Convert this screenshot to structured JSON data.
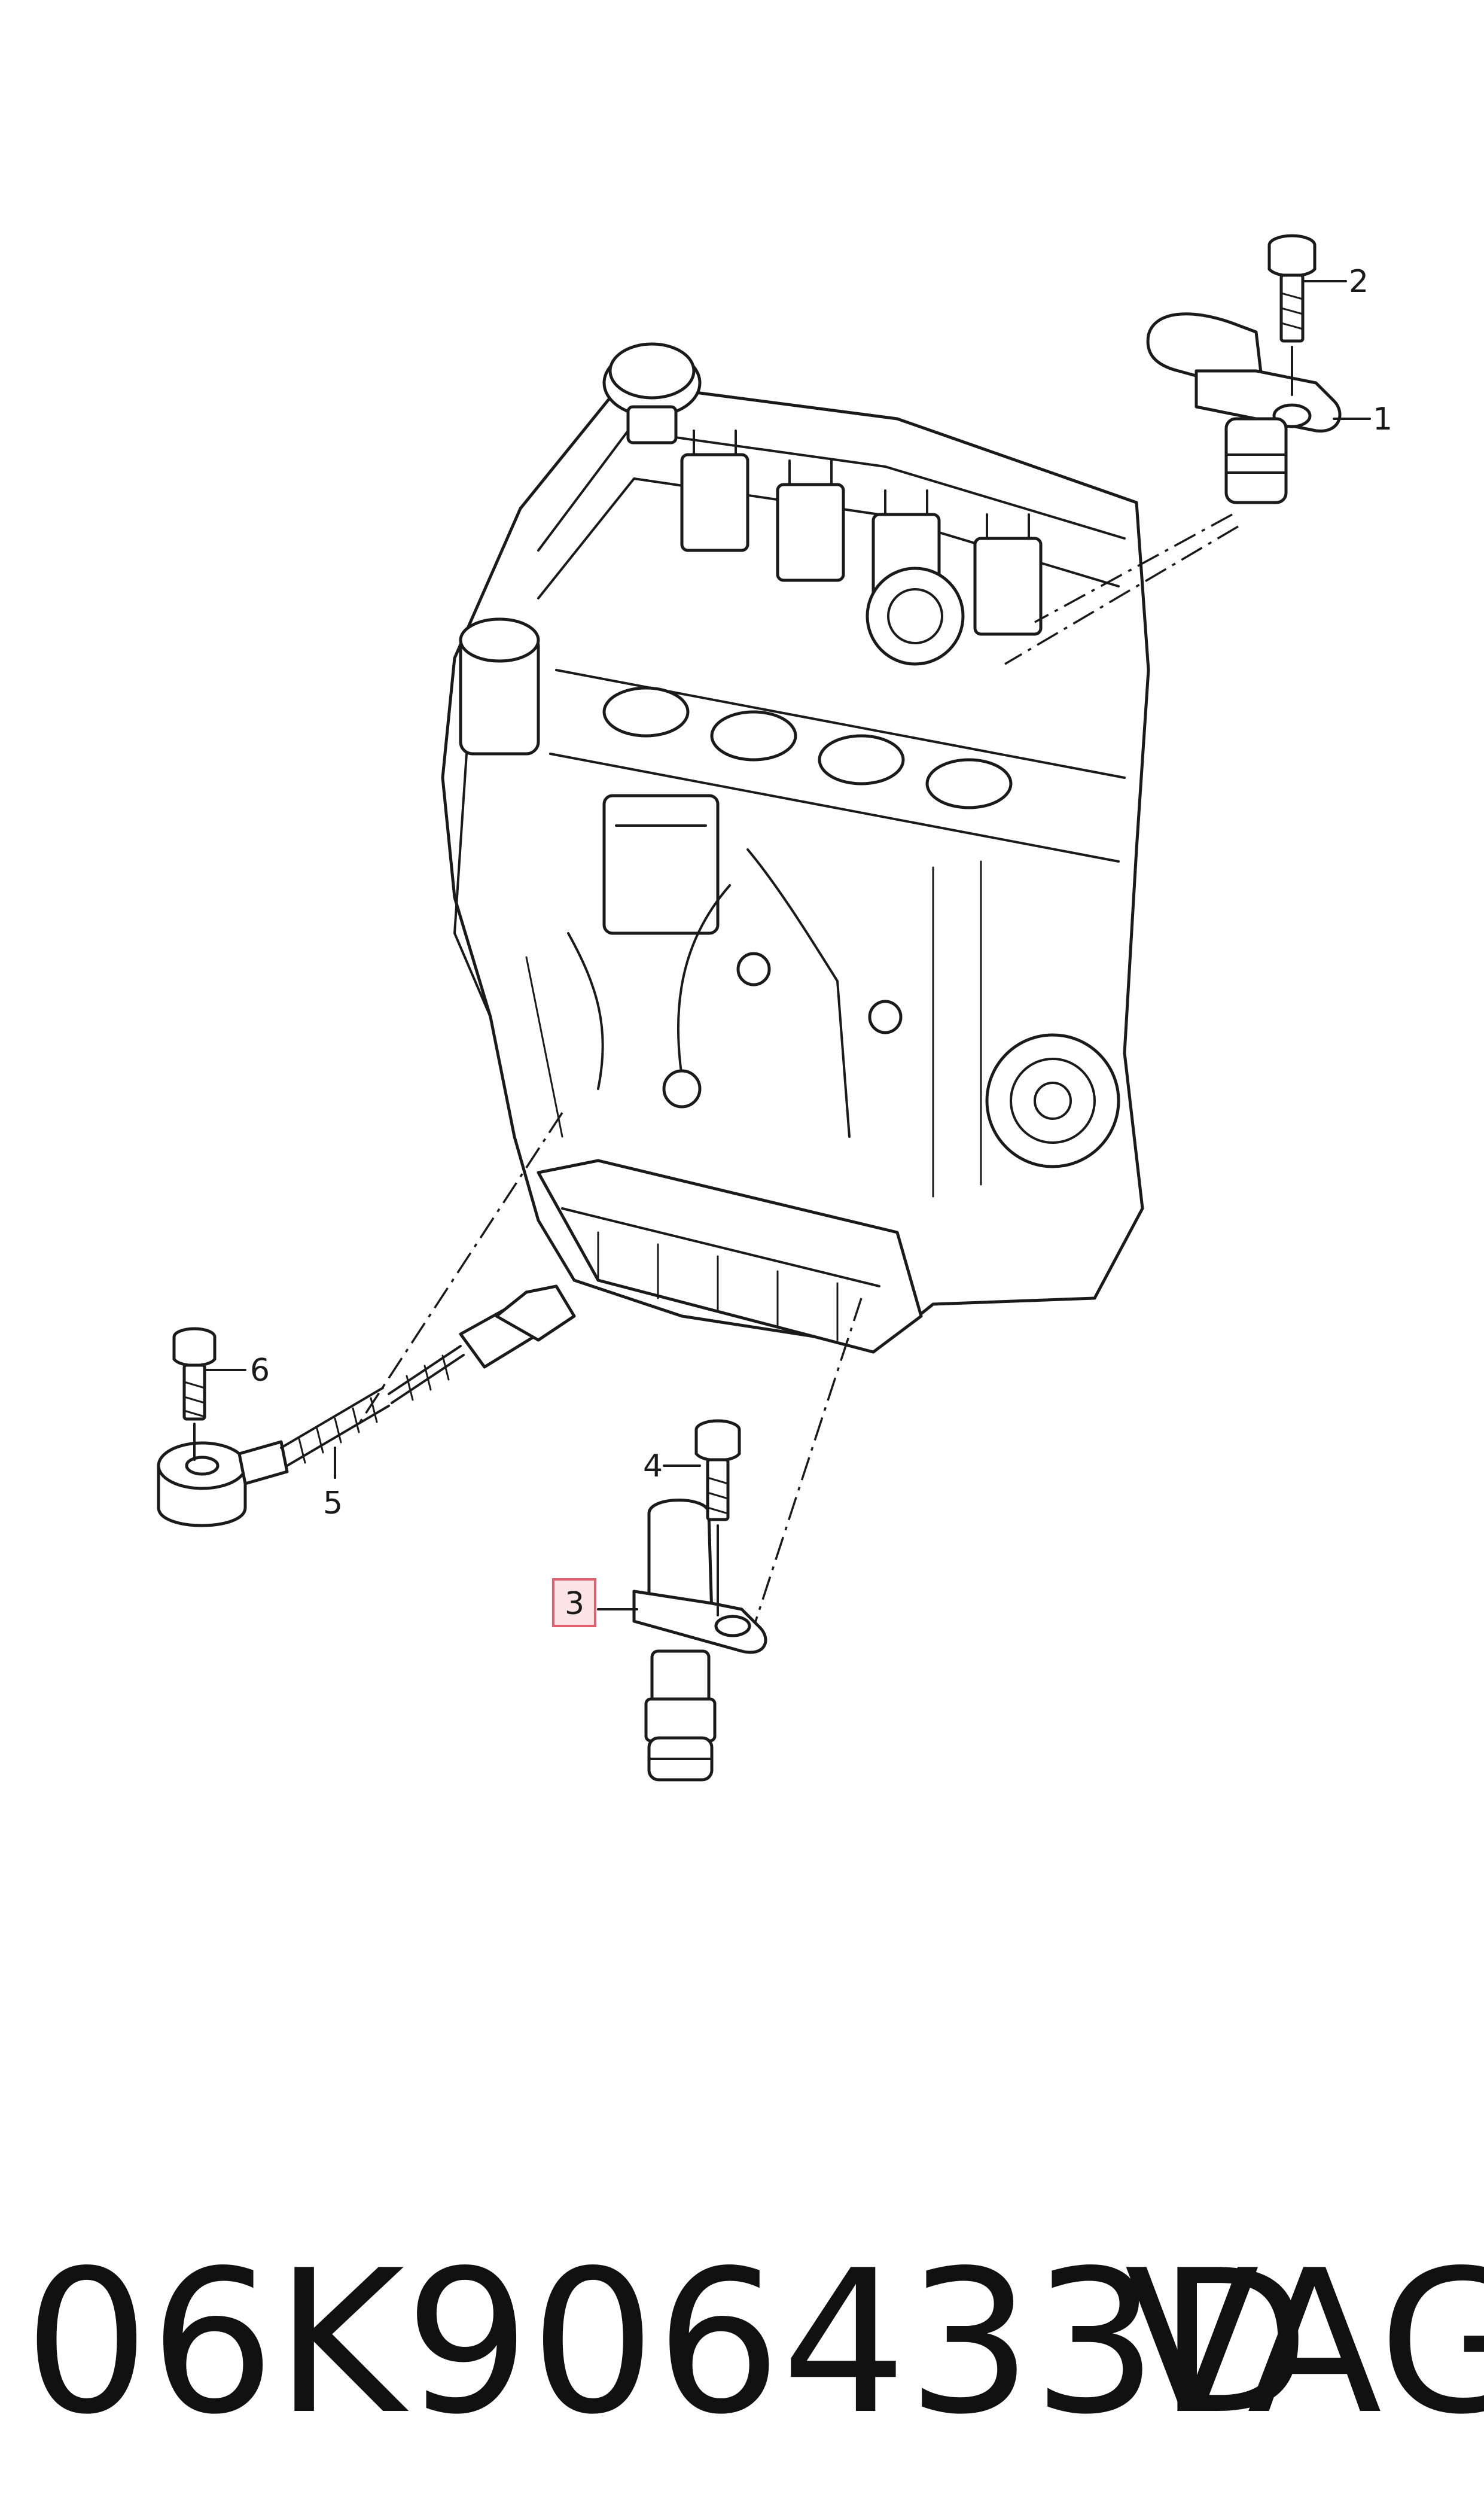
{
  "callouts": [
    {
      "id": "1",
      "label": "1"
    },
    {
      "id": "2",
      "label": "2"
    },
    {
      "id": "3",
      "label": "3",
      "highlighted": true
    },
    {
      "id": "4",
      "label": "4"
    },
    {
      "id": "5",
      "label": "5"
    },
    {
      "id": "6",
      "label": "6"
    }
  ],
  "footer": {
    "part_number": "06K906433D",
    "brand": "VAG"
  },
  "colors": {
    "line": "#1a1a1a",
    "highlight_stroke": "#e06070",
    "highlight_fill": "#fbe3e6",
    "background": "#ffffff"
  }
}
